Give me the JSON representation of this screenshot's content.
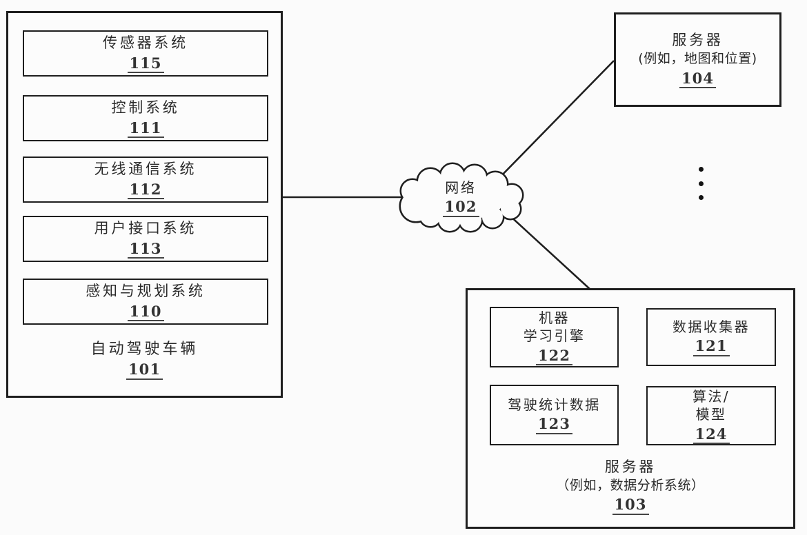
{
  "vehicle": {
    "title": "自动驾驶车辆",
    "ref": "101",
    "systems": [
      {
        "title": "传感器系统",
        "ref": "115"
      },
      {
        "title": "控制系统",
        "ref": "111"
      },
      {
        "title": "无线通信系统",
        "ref": "112"
      },
      {
        "title": "用户接口系统",
        "ref": "113"
      },
      {
        "title": "感知与规划系统",
        "ref": "110"
      }
    ]
  },
  "network": {
    "title": "网络",
    "ref": "102"
  },
  "map_server": {
    "name": "服务器",
    "subtitle": "(例如，地图和位置)",
    "ref": "104"
  },
  "analytics_server": {
    "name": "服务器",
    "subtitle": "（例如，数据分析系统）",
    "ref": "103",
    "modules": [
      {
        "title": "机器\n学习引擎",
        "ref": "122"
      },
      {
        "title": "数据收集器",
        "ref": "121"
      },
      {
        "title": "驾驶统计数据",
        "ref": "123"
      },
      {
        "title": "算法/\n模型",
        "ref": "124"
      }
    ]
  },
  "icons": {
    "vertical_ellipsis": "⋮"
  },
  "colors": {
    "line": "#1f1f1f",
    "text": "#2b2b2b",
    "paper": "#fbfbfb"
  }
}
